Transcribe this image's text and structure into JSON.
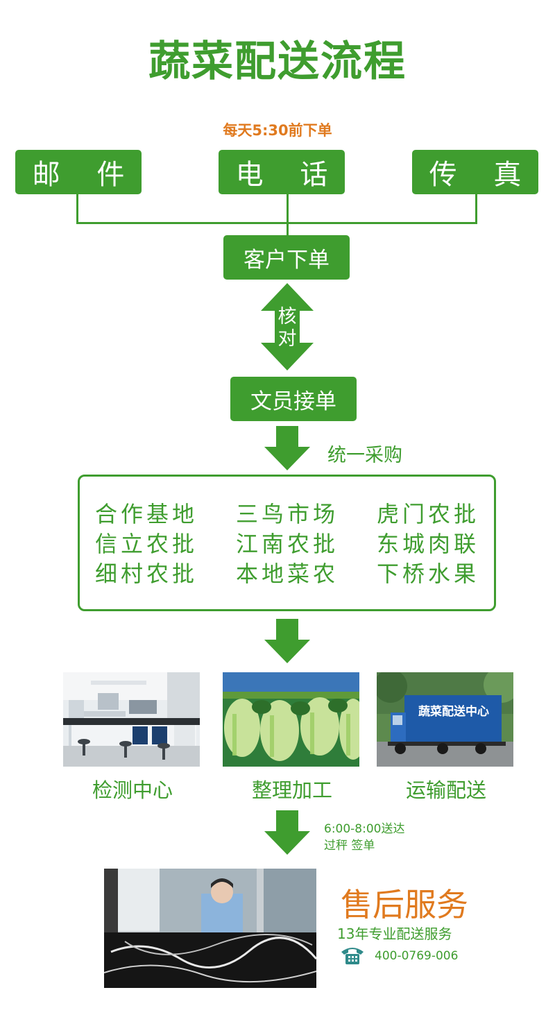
{
  "colors": {
    "green": "#3f9d2f",
    "orange": "#e07a1f",
    "white": "#ffffff"
  },
  "title": "蔬菜配送流程",
  "deadline": "每天5:30前下单",
  "order_channels": [
    "邮 件",
    "电 话",
    "传 真"
  ],
  "steps": {
    "customer_order": "客户下单",
    "verify": "核对",
    "clerk_accept": "文员接单",
    "unified_purchase": "统一采购"
  },
  "suppliers": [
    "合作基地",
    "三鸟市场",
    "虎门农批",
    "信立农批",
    "江南农批",
    "东城肉联",
    "细村农批",
    "本地菜农",
    "下桥水果"
  ],
  "processes": [
    {
      "caption": "检测中心",
      "icon": "lab-photo"
    },
    {
      "caption": "整理加工",
      "icon": "vegetables-photo"
    },
    {
      "caption": "运输配送",
      "icon": "delivery-truck-photo"
    }
  ],
  "truck_text": "蔬菜配送中心",
  "delivery_note": {
    "time": "6:00-8:00送达",
    "detail": "过秤 签单"
  },
  "after_sales": {
    "title": "售后服务",
    "subtitle": "13年专业配送服务",
    "phone": "400-0769-006",
    "icon": "telephone-icon"
  }
}
